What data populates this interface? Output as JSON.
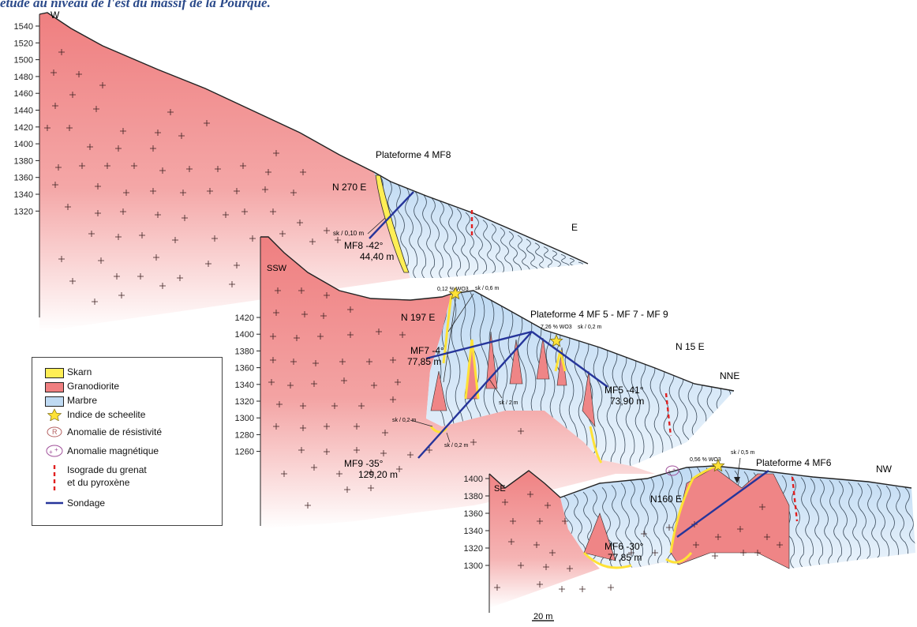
{
  "caption": "étude au niveau de l'est du massif de la Pourque.",
  "colors": {
    "skarn": "#ffee55",
    "granodiorite": "#ef7f80",
    "marbre": "#bfdaf3",
    "sondage": "#26359a",
    "isograde": "#e02020",
    "scheelite": "#ffe236"
  },
  "sections": [
    {
      "id": "MF8",
      "axis_ticks": [
        "1540",
        "1520",
        "1500",
        "1480",
        "1460",
        "1440",
        "1420",
        "1400",
        "1380",
        "1360",
        "1340",
        "1320"
      ],
      "left_label": "W",
      "right_label": "E",
      "platform": "Plateforme 4  MF8",
      "azimuth": "N 270 E",
      "annotations": [
        "sk / 0,10 m"
      ],
      "drillholes": [
        {
          "name": "MF8  -42°",
          "length": "44,40 m"
        }
      ]
    },
    {
      "id": "MF5-MF7-MF9",
      "axis_ticks": [
        "1420",
        "1400",
        "1380",
        "1360",
        "1340",
        "1320",
        "1300",
        "1280",
        "1260"
      ],
      "left_label": "SSW",
      "right_label": "NNE",
      "platform": "Plateforme 4    MF 5 - MF 7 - MF 9",
      "azimuth_left": "N 197 E",
      "azimuth_right": "N 15 E",
      "annotations": [
        "0,12 % WO3",
        "sk / 0,6 m",
        "7,26 % WO3",
        "sk / 0,2 m",
        "sk / 2 m",
        "sk / 0,2 m",
        "sk / 0,2 m"
      ],
      "drillholes": [
        {
          "name": "MF7  -4°",
          "length": "77,85 m"
        },
        {
          "name": "MF5  -41°",
          "length": "73,90 m"
        },
        {
          "name": "MF9  -35°",
          "length": "129,20 m"
        }
      ]
    },
    {
      "id": "MF6",
      "axis_ticks": [
        "1400",
        "1380",
        "1360",
        "1340",
        "1320",
        "1300"
      ],
      "left_label": "SE",
      "right_label": "NW",
      "platform": "Plateforme 4  MF6",
      "azimuth": "N160 E",
      "annotations": [
        "0,56 % WO3",
        "sk / 0,5 m"
      ],
      "drillholes": [
        {
          "name": "MF6  -30°",
          "length": "77,85 m"
        }
      ]
    }
  ],
  "scale": "20 m",
  "legend": {
    "items": [
      {
        "label": "Skarn",
        "symbol": "box-yellow"
      },
      {
        "label": "Granodiorite",
        "symbol": "box-red"
      },
      {
        "label": "Marbre",
        "symbol": "box-blue"
      },
      {
        "label": "Indice de scheelite",
        "symbol": "star"
      },
      {
        "label": "Anomalie de résistivité",
        "symbol": "resistivity"
      },
      {
        "label": "Anomalie magnétique",
        "symbol": "magnetic"
      },
      {
        "label": "Isograde du grenat",
        "symbol": "isograde"
      },
      {
        "label": "et du pyroxène",
        "symbol": "none"
      },
      {
        "label": "Sondage",
        "symbol": "sondage"
      }
    ]
  }
}
